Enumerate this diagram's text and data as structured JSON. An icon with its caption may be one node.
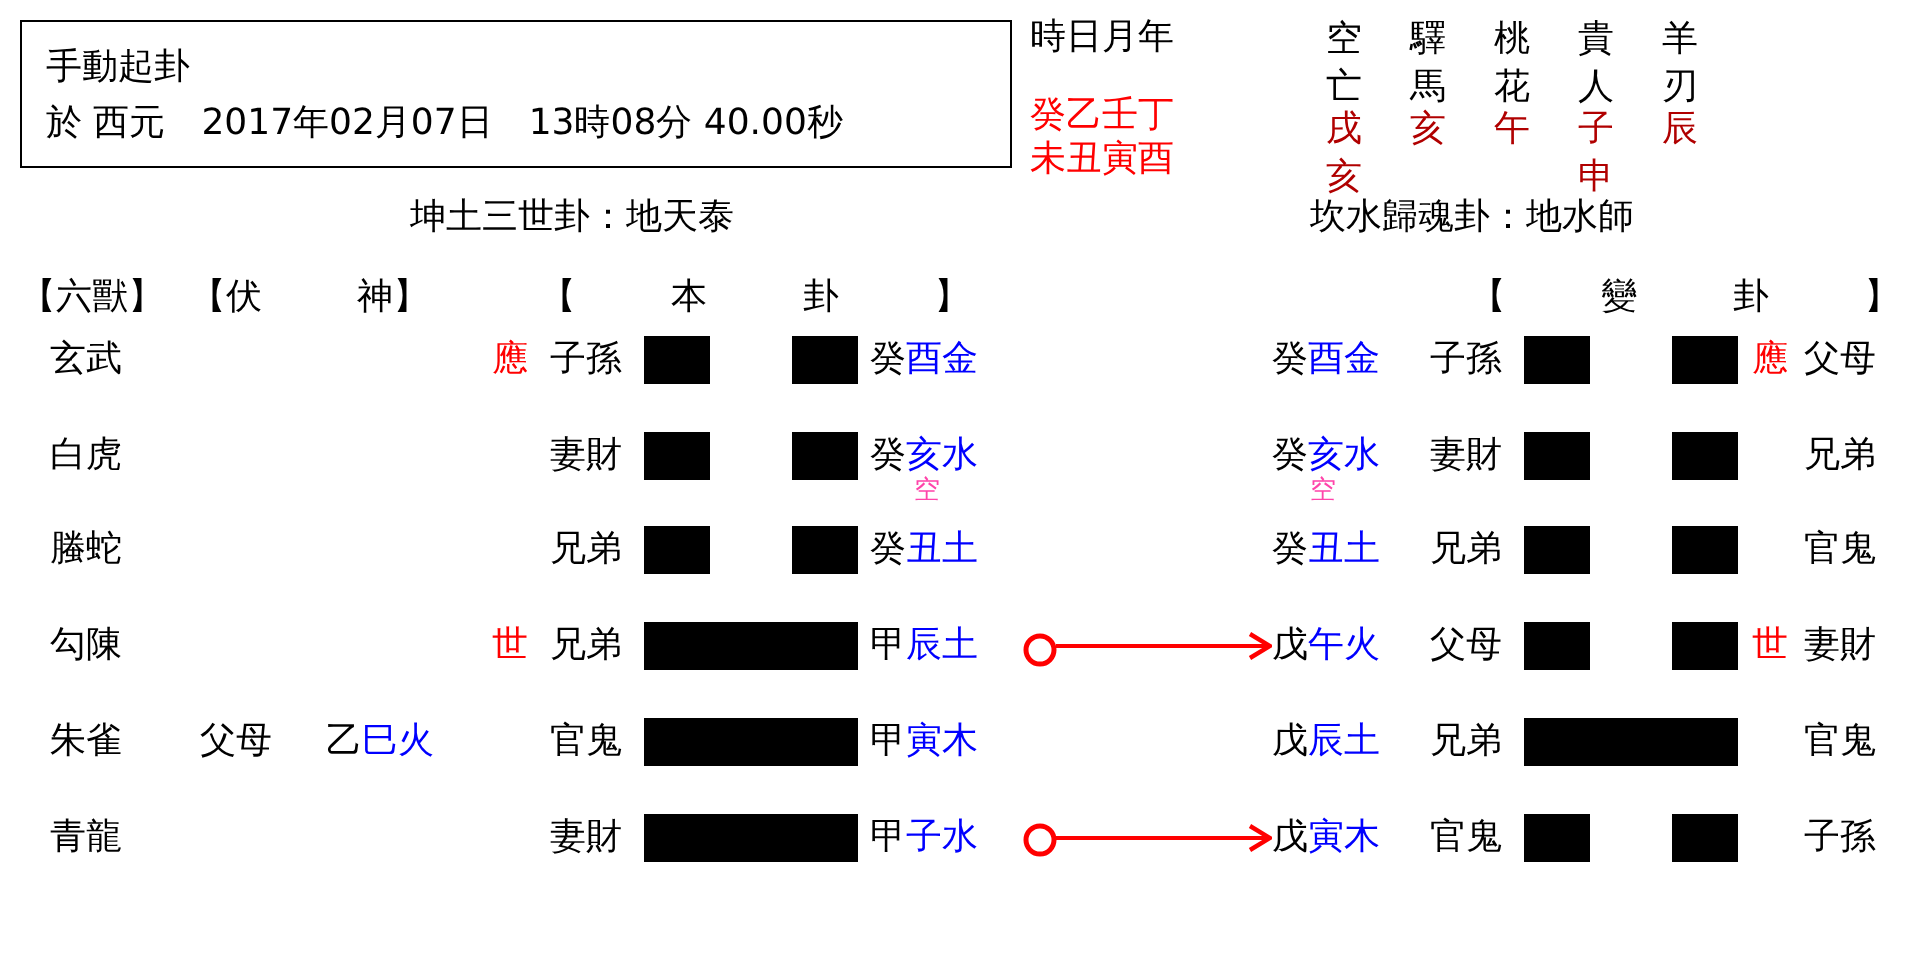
{
  "diagram": {
    "nodes": [
      {
        "text": [
          "手動起卦",
          "於 西元　2017年02月07日　13時08分 40.00秒"
        ]
      },
      {
        "text": [],
        "shape": "circle"
      },
      {
        "text": [
          "戊午火"
        ]
      },
      {
        "text": [],
        "shape": "circle"
      },
      {
        "text": [
          "戊寅木"
        ]
      }
    ],
    "edges": [
      {
        "from": 1,
        "to": 2,
        "arrow": "to"
      },
      {
        "from": 3,
        "to": 4,
        "arrow": "to"
      }
    ],
    "labels": [
      "時日月年",
      "癸乙壬丁",
      "未丑寅酉",
      "空亡",
      "驛馬",
      "桃花",
      "貴人",
      "羊刃",
      "戌",
      "亥",
      "午",
      "子",
      "辰",
      "亥",
      "申",
      "坤土三世卦：地天泰",
      "坎水歸魂卦：地水師",
      "【六獸】",
      "【伏 神】",
      "【 本 卦 】",
      "【 變 卦 】",
      "玄武",
      "應",
      "子孫",
      "癸酉金",
      "癸酉金",
      "子孫",
      "應",
      "父母",
      "白虎",
      "妻財",
      "癸亥水",
      "癸亥水",
      "妻財",
      "兄弟",
      "空",
      "空",
      "螣蛇",
      "兄弟",
      "癸丑土",
      "癸丑土",
      "兄弟",
      "官鬼",
      "勾陳",
      "世",
      "兄弟",
      "甲辰土",
      "父母",
      "世",
      "妻財",
      "朱雀",
      "父母",
      "乙巳火",
      "官鬼",
      "甲寅木",
      "戊辰土",
      "兄弟",
      "官鬼",
      "青龍",
      "妻財",
      "甲子水",
      "官鬼",
      "子孫"
    ]
  }
}
